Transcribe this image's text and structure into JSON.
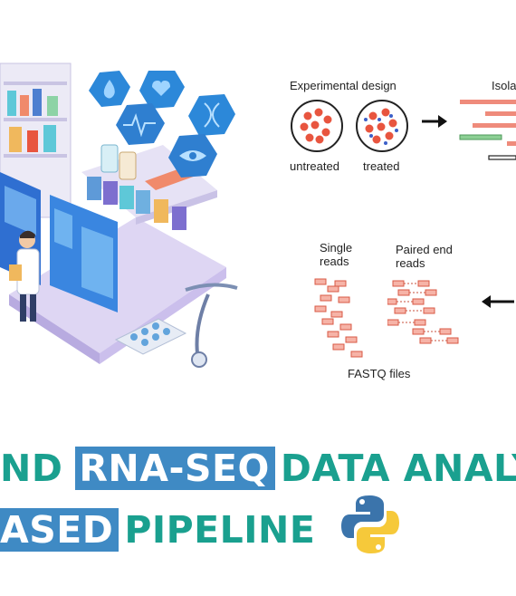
{
  "diagram": {
    "experimental_design": "Experimental design",
    "untreated": "untreated",
    "treated": "treated",
    "isolation_partial": "Isola",
    "single_reads": [
      "Single",
      "reads"
    ],
    "paired_end_reads": [
      "Paired end",
      "reads"
    ],
    "fastq_files": "FASTQ files"
  },
  "headline": {
    "line1_prefix": "ND",
    "line1_highlight": "RNA-SEQ",
    "line1_suffix": "DATA ANALY",
    "line2_highlight": "ASED",
    "line2_suffix": "PIPELINE"
  },
  "colors": {
    "teal": "#1aa08f",
    "highlight_blue": "#3f8ac4",
    "cell_red": "#e8553f",
    "read_salmon": "#ef8b7b",
    "python_blue": "#3b74ab",
    "python_yellow": "#f6c93a"
  },
  "icons": [
    "water-drop-icon",
    "heart-cross-icon",
    "heartbeat-icon",
    "dna-icon",
    "eye-icon",
    "python-logo-icon",
    "stethoscope-icon",
    "doctor-figure"
  ]
}
